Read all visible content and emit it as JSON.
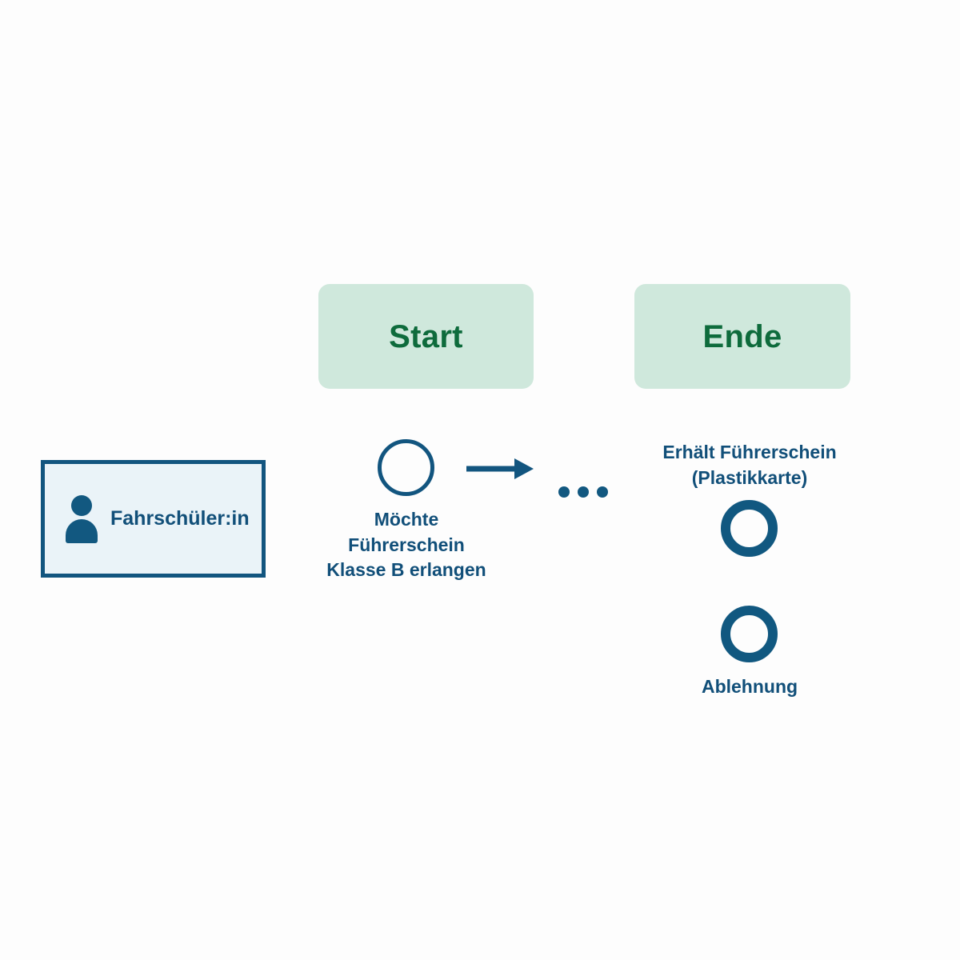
{
  "diagram": {
    "title": "Fahrschueler BPMN Prozess",
    "background_color": "#fdfdfd",
    "colors": {
      "phase_fill": "#cfe8dc",
      "phase_text": "#0e6b3c",
      "participant_fill": "#eaf3f8",
      "participant_border": "#12557f",
      "event_stroke": "#115880",
      "label_text": "#114f79"
    }
  },
  "phases": [
    {
      "id": "start",
      "label": "Start"
    },
    {
      "id": "end",
      "label": "Ende"
    }
  ],
  "participant": {
    "label": "Fahrschüler:in",
    "icon": "person-icon"
  },
  "events": [
    {
      "id": "start-event",
      "type": "start",
      "label": "Möchte\nFührerschein\nKlasse B erlangen",
      "label_position": "below"
    },
    {
      "id": "end-event-license",
      "type": "end",
      "label": "Erhält Führerschein\n(Plastikkarte)",
      "label_position": "above"
    },
    {
      "id": "end-event-rejection",
      "type": "end",
      "label": "Ablehnung",
      "label_position": "below"
    }
  ],
  "connectors": [
    {
      "id": "sequence-flow-1",
      "type": "arrow",
      "direction": "right"
    },
    {
      "id": "continuation",
      "type": "ellipsis",
      "dots": 3
    }
  ]
}
